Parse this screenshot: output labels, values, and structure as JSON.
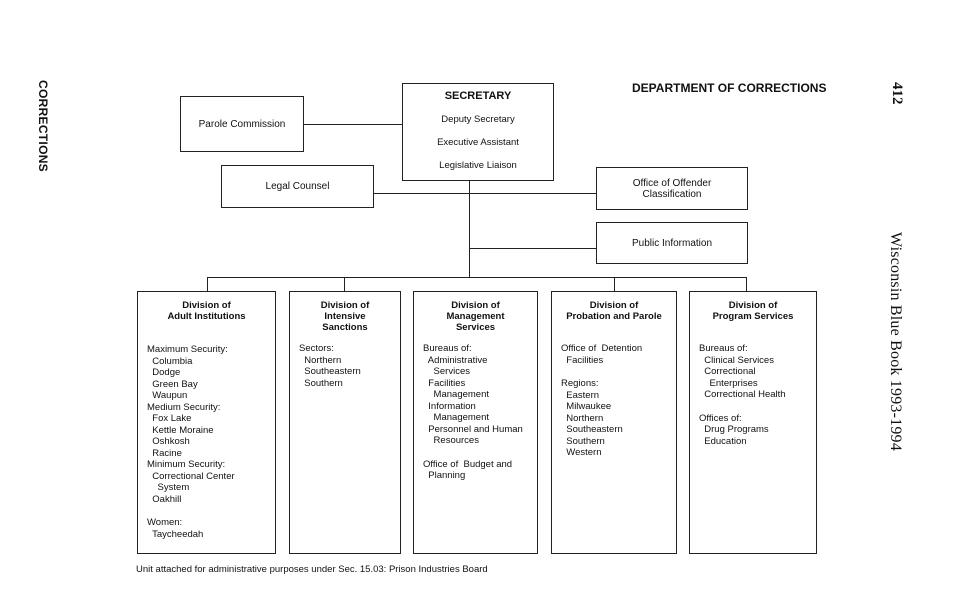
{
  "side_label": "CORRECTIONS",
  "page_number": "412",
  "book_title": "Wisconsin Blue Book 1993-1994",
  "header": "DEPARTMENT OF CORRECTIONS",
  "secretary": {
    "title": "SECRETARY",
    "lines": [
      "Deputy Secretary",
      "Executive Assistant",
      "Legislative Liaison"
    ]
  },
  "parole_commission": "Parole Commission",
  "legal_counsel": "Legal Counsel",
  "offender_classification": "Office of Offender Classification",
  "public_information": "Public Information",
  "divisions": [
    {
      "title": "Division of\nAdult Institutions",
      "lines": [
        "Maximum Security:",
        "  Columbia",
        "  Dodge",
        "  Green Bay",
        "  Waupun",
        "Medium Security:",
        "  Fox Lake",
        "  Kettle Moraine",
        "  Oshkosh",
        "  Racine",
        "Minimum Security:",
        "  Correctional Center",
        "    System",
        "  Oakhill",
        "",
        "Women:",
        "  Taycheedah"
      ]
    },
    {
      "title": "Division of\nIntensive\nSanctions",
      "lines": [
        "Sectors:",
        "  Northern",
        "  Southeastern",
        "  Southern"
      ]
    },
    {
      "title": "Division of\nManagement\nServices",
      "lines": [
        "Bureaus of:",
        "  Administrative",
        "    Services",
        "  Facilities",
        "    Management",
        "  Information",
        "    Management",
        "  Personnel and Human",
        "    Resources",
        "",
        "Office of  Budget and",
        "  Planning"
      ]
    },
    {
      "title": "Division of\nProbation and Parole",
      "lines": [
        "Office of  Detention",
        "  Facilities",
        "",
        "Regions:",
        "  Eastern",
        "  Milwaukee",
        "  Northern",
        "  Southeastern",
        "  Southern",
        "  Western"
      ]
    },
    {
      "title": "Division of\nProgram Services",
      "lines": [
        "Bureaus of:",
        "  Clinical Services",
        "  Correctional",
        "    Enterprises",
        "  Correctional Health",
        "",
        "Offices of:",
        "  Drug Programs",
        "  Education"
      ]
    }
  ],
  "footnote": "Unit attached for administrative purposes under Sec. 15.03:  Prison Industries Board"
}
